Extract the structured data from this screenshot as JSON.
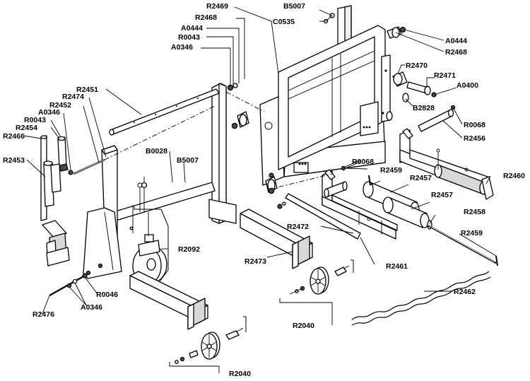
{
  "callouts": [
    {
      "id": "c01",
      "text": "B5007"
    },
    {
      "id": "c02",
      "text": "C0535"
    },
    {
      "id": "c03",
      "text": "R2469"
    },
    {
      "id": "c04",
      "text": "R2468"
    },
    {
      "id": "c05",
      "text": "A0444"
    },
    {
      "id": "c06",
      "text": "R0043"
    },
    {
      "id": "c07",
      "text": "A0346"
    },
    {
      "id": "c08",
      "text": "A0444"
    },
    {
      "id": "c09",
      "text": "R2468"
    },
    {
      "id": "c10",
      "text": "R2470"
    },
    {
      "id": "c11",
      "text": "R2471"
    },
    {
      "id": "c12",
      "text": "A0400"
    },
    {
      "id": "c13",
      "text": "B2828"
    },
    {
      "id": "c14",
      "text": "R0068"
    },
    {
      "id": "c15",
      "text": "R2456"
    },
    {
      "id": "c16",
      "text": "R2451"
    },
    {
      "id": "c17",
      "text": "R2474"
    },
    {
      "id": "c18",
      "text": "R2452"
    },
    {
      "id": "c19",
      "text": "A0346"
    },
    {
      "id": "c20",
      "text": "R0043"
    },
    {
      "id": "c21",
      "text": "R2454"
    },
    {
      "id": "c22",
      "text": "R2466"
    },
    {
      "id": "c23",
      "text": "R2453"
    },
    {
      "id": "c24",
      "text": "B0028"
    },
    {
      "id": "c25",
      "text": "B5007"
    },
    {
      "id": "c26",
      "text": "R0068"
    },
    {
      "id": "c27",
      "text": "R2459"
    },
    {
      "id": "c28",
      "text": "R2457"
    },
    {
      "id": "c29",
      "text": "R2460"
    },
    {
      "id": "c30",
      "text": "R2457"
    },
    {
      "id": "c31",
      "text": "R2458"
    },
    {
      "id": "c32",
      "text": "R2459"
    },
    {
      "id": "c33",
      "text": "R2472"
    },
    {
      "id": "c34",
      "text": "R2092"
    },
    {
      "id": "c35",
      "text": "R2473"
    },
    {
      "id": "c36",
      "text": "R2461"
    },
    {
      "id": "c37",
      "text": "R0046"
    },
    {
      "id": "c38",
      "text": "A0346"
    },
    {
      "id": "c39",
      "text": "R2476"
    },
    {
      "id": "c40",
      "text": "R2462"
    },
    {
      "id": "c41",
      "text": "R2040"
    },
    {
      "id": "c42",
      "text": "R2040"
    }
  ]
}
